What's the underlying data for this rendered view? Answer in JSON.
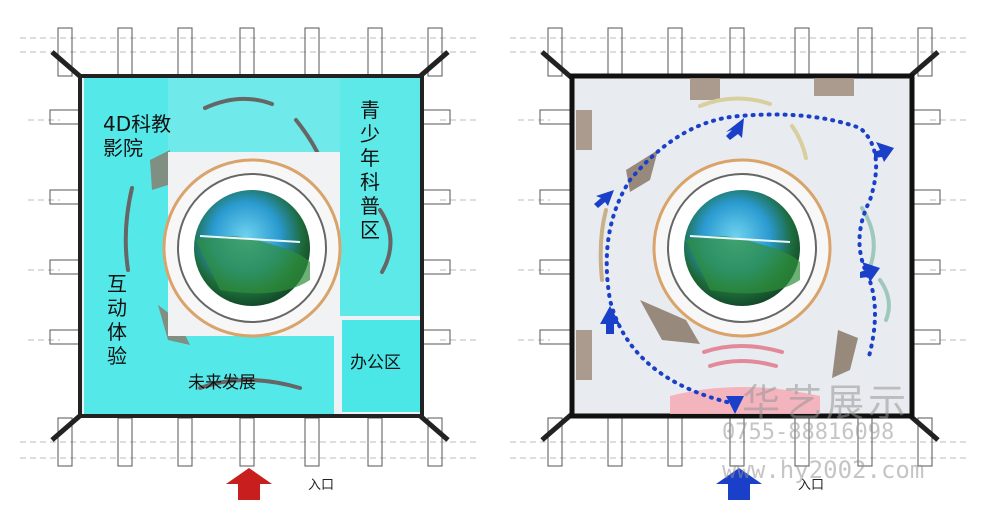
{
  "left_plan": {
    "zones": {
      "cinema": "4D科教影院",
      "youth": "青少年科普区",
      "interactive": "互动体验",
      "future": "未来发展",
      "office": "办公区"
    },
    "entrance_label": "入口",
    "entrance_arrow_color": "#c81e1e",
    "zone_color": "#39e6e6"
  },
  "right_plan": {
    "entrance_label": "入口",
    "entrance_arrow_color": "#1a3fc8",
    "route_color": "#1a3fc8"
  },
  "watermark": {
    "brand": "华艺展示",
    "phone": "0755-88816098",
    "url": "www.hy2002.com"
  }
}
